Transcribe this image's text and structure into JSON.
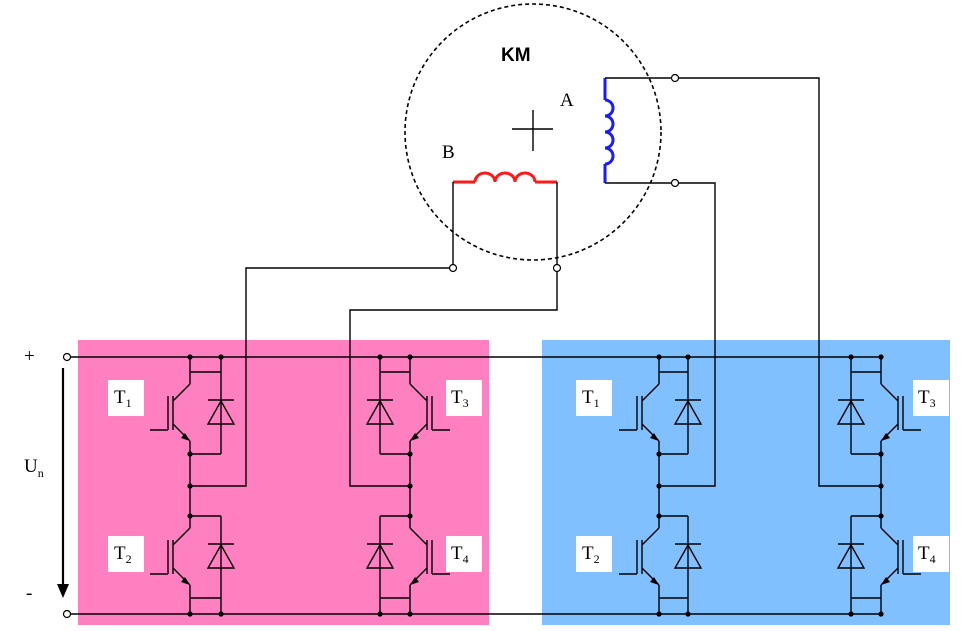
{
  "motor": {
    "label": "KM",
    "winding_a": "A",
    "winding_b": "B"
  },
  "supply": {
    "plus": "+",
    "minus": "-",
    "voltage_main": "U",
    "voltage_sub": "n"
  },
  "transistors": {
    "main": "T",
    "t1": "1",
    "t2": "2",
    "t3": "3",
    "t4": "4"
  },
  "colors": {
    "bridge_left": "#ff80c0",
    "bridge_right": "#80c0ff",
    "winding_a": "#1a1aff",
    "winding_b": "#ff1a1a"
  },
  "icons": [
    "motor-circle-icon",
    "igbt-icon",
    "diode-icon",
    "inductor-icon",
    "terminal-icon"
  ]
}
